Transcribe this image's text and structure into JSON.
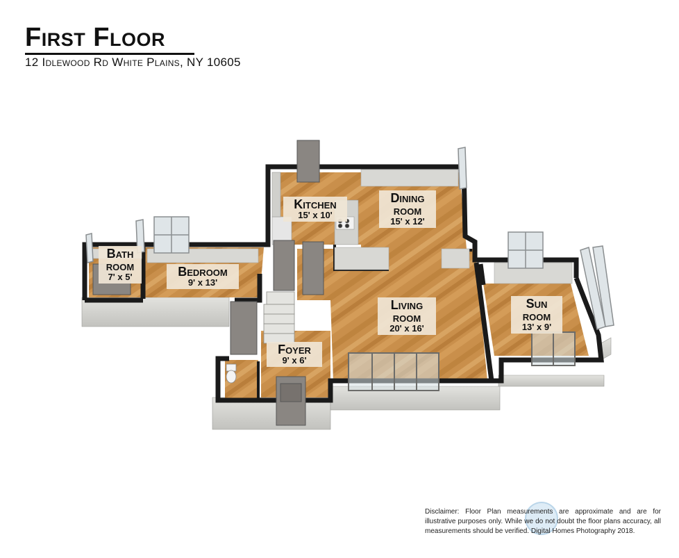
{
  "header": {
    "title": "First Floor",
    "address": "12 Idlewood Rd White Plains, NY 10605"
  },
  "rooms": [
    {
      "id": "bathroom",
      "name": "Bath\nroom",
      "dims": "7' x 5'"
    },
    {
      "id": "bedroom",
      "name": "Bedroom",
      "dims": "9' x 13'"
    },
    {
      "id": "kitchen",
      "name": "Kitchen",
      "dims": "15' x 10'"
    },
    {
      "id": "dining",
      "name": "Dining\nroom",
      "dims": "15' x 12'"
    },
    {
      "id": "living",
      "name": "Living\nroom",
      "dims": "20' x 16'"
    },
    {
      "id": "sunroom",
      "name": "Sun\nroom",
      "dims": "13' x 9'"
    },
    {
      "id": "foyer",
      "name": "Foyer",
      "dims": "9' x 6'"
    }
  ],
  "disclaimer": "Disclaimer: Floor Plan measurements are approximate and are for illustrative purposes only. While we do not doubt the floor plans accuracy, all measurements should be verified. Digital Homes Photography 2018.",
  "colors": {
    "floor": "#c98f4b",
    "wall_top": "#1a1a1a",
    "wall_face": "#d4d4d0",
    "label_bg": "#f0e6d6"
  }
}
